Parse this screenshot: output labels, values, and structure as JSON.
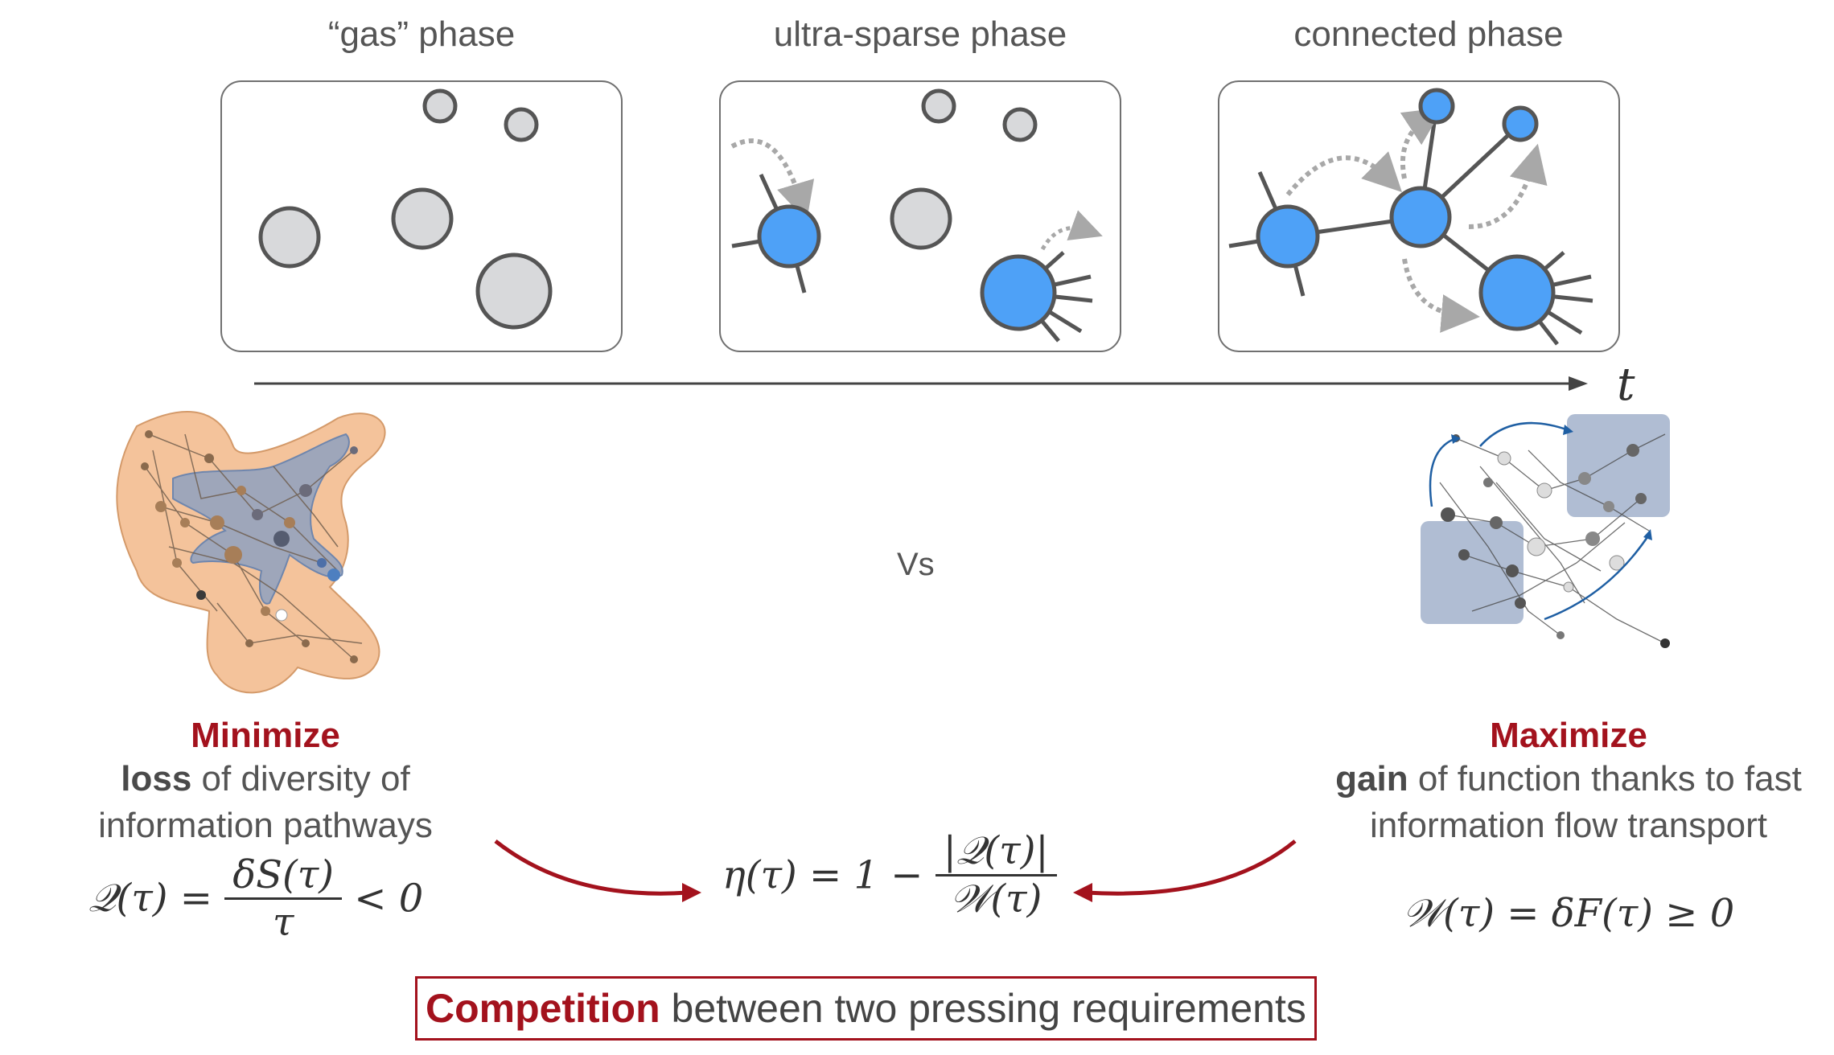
{
  "phases": [
    {
      "title": "“gas” phase"
    },
    {
      "title": "ultra-sparse phase"
    },
    {
      "title": "connected phase"
    }
  ],
  "time_axis": {
    "label": "t"
  },
  "vs_label": "Vs",
  "left": {
    "heading": "Minimize",
    "bold_word": "loss",
    "line1_rest": " of diversity of",
    "line2": "information pathways",
    "formula_lhs": "𝒬(τ) =",
    "formula_num": "δS(τ)",
    "formula_den": "τ",
    "formula_rhs": "< 0"
  },
  "right": {
    "heading": "Maximize",
    "bold_word": "gain",
    "line1_rest": " of function thanks to fast",
    "line2": "information flow transport",
    "formula": "𝒲(τ) = δF(τ) ≥ 0"
  },
  "center_formula": {
    "lhs": "η(τ) = 1 −",
    "num": "|𝒬(τ)|",
    "den": "𝒲(τ)"
  },
  "competition": {
    "bold_word": "Competition",
    "rest": " between two pressing requirements"
  },
  "colors": {
    "node_gray": "#d8d9db",
    "node_blue": "#4ea1f7",
    "accent_red": "#a3121d",
    "arrow_gray": "#a8a8a8",
    "orange_region": "#f2b98a",
    "blue_region": "#8ea1c0"
  }
}
